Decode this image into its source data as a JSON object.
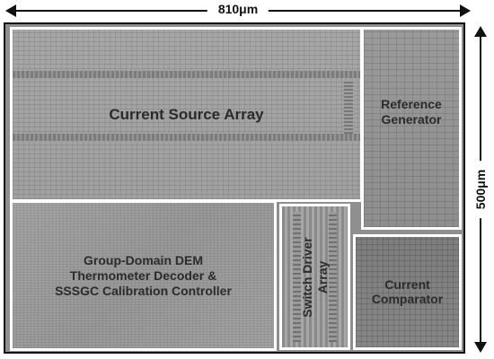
{
  "dimensions": {
    "width_label": "810μm",
    "height_label": "500μm"
  },
  "blocks": {
    "current_source_array": "Current Source Array",
    "reference_generator": "Reference\nGenerator",
    "dem_controller": "Group-Domain DEM\nThermometer Decoder &\nSSSGC Calibration Controller",
    "switch_driver_array": "Switch Driver\nArray",
    "current_comparator": "Current\nComparator"
  },
  "colors": {
    "block_border": "#ffffff",
    "chip_border": "#111111",
    "label_text": "#2b2b2b"
  }
}
